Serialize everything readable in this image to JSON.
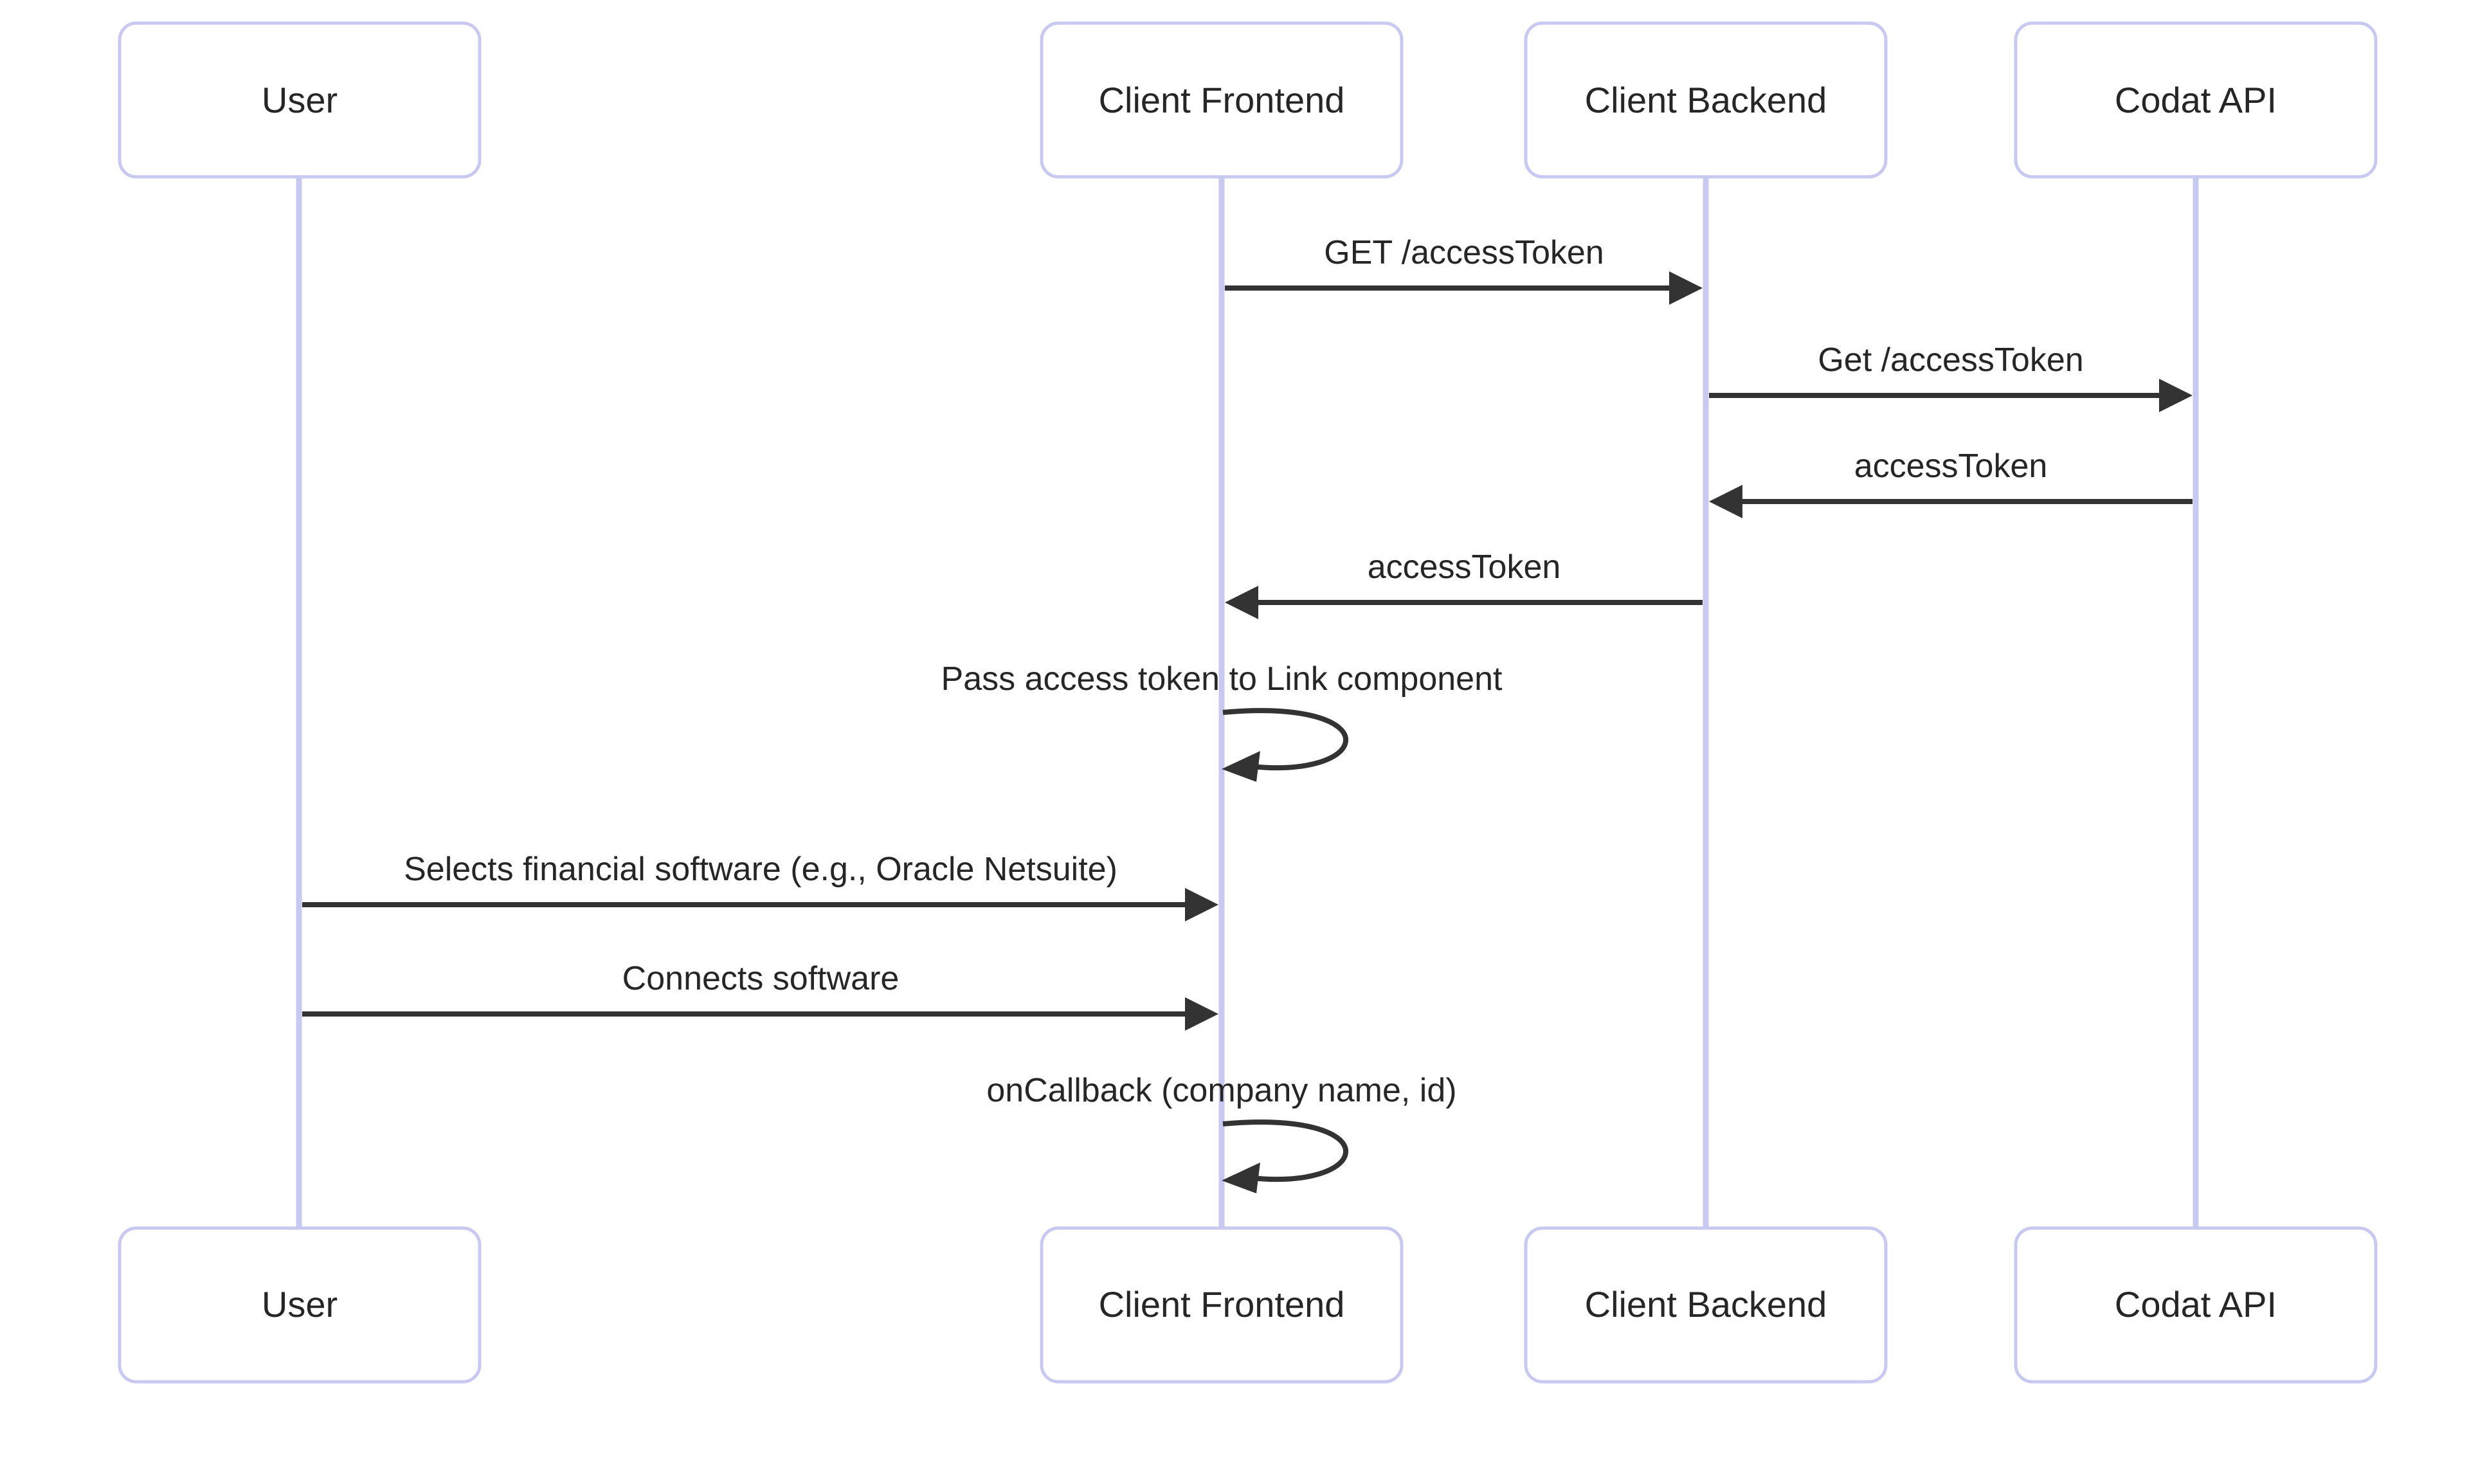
{
  "diagram": {
    "type": "sequence-diagram",
    "background_color": "#ffffff",
    "actor_box_fill": "#ffffff",
    "actor_box_stroke": "#c8c9f0",
    "lifeline_color": "#c8c9f0",
    "message_color": "#333333",
    "text_color": "#262626",
    "participants": [
      {
        "id": "user",
        "label": "User"
      },
      {
        "id": "client-frontend",
        "label": "Client Frontend"
      },
      {
        "id": "client-backend",
        "label": "Client Backend"
      },
      {
        "id": "codat-api",
        "label": "Codat API"
      }
    ],
    "messages": [
      {
        "id": "m1",
        "label": "GET /accessToken",
        "from": "client-frontend",
        "to": "client-backend",
        "kind": "call",
        "direction": "right"
      },
      {
        "id": "m2",
        "label": "Get /accessToken",
        "from": "client-backend",
        "to": "codat-api",
        "kind": "call",
        "direction": "right"
      },
      {
        "id": "m3",
        "label": "accessToken",
        "from": "codat-api",
        "to": "client-backend",
        "kind": "return",
        "direction": "left"
      },
      {
        "id": "m4",
        "label": "accessToken",
        "from": "client-backend",
        "to": "client-frontend",
        "kind": "return",
        "direction": "left"
      },
      {
        "id": "m5",
        "label": "Pass access token to Link component",
        "from": "client-frontend",
        "to": "client-frontend",
        "kind": "self",
        "direction": "self"
      },
      {
        "id": "m6",
        "label": "Selects financial software (e.g., Oracle Netsuite)",
        "from": "user",
        "to": "client-frontend",
        "kind": "call",
        "direction": "right"
      },
      {
        "id": "m7",
        "label": "Connects software",
        "from": "user",
        "to": "client-frontend",
        "kind": "call",
        "direction": "right"
      },
      {
        "id": "m8",
        "label": "onCallback (company name, id)",
        "from": "client-frontend",
        "to": "client-frontend",
        "kind": "self",
        "direction": "self"
      }
    ]
  }
}
